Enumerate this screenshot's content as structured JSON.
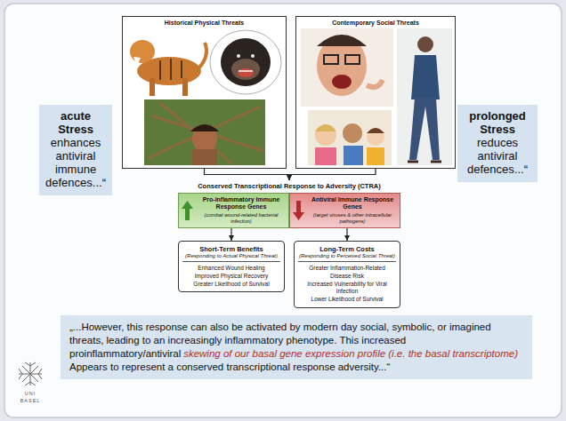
{
  "diagram": {
    "nodes": [
      {
        "text": [
          "acute Stress",
          "enhances antiviral immune defences...“"
        ]
      },
      {
        "text": [
          "prolonged Stress",
          "reduces antiviral defences...“"
        ]
      },
      {
        "text": [
          "Historical Physical Threats"
        ]
      },
      {
        "text": [
          "Contemporary Social Threats"
        ]
      },
      {
        "text": [
          "Conserved Transcriptional Response to Adversity (CTRA)"
        ]
      },
      {
        "text": [
          "Pro-inflammatory Immune Response Genes",
          "(combat wound-related bacterial infection)"
        ],
        "in": 4
      },
      {
        "text": [
          "Antiviral Immune Response Genes",
          "(target viruses & other intracellular pathogens)"
        ],
        "in": 4
      },
      {
        "text": [
          "Short-Term Benefits",
          "(Responding to Actual Physical Threat)",
          "Enhanced Wound Healing",
          "Improved Physical Recovery",
          "Greater Likelihood of Survival"
        ]
      },
      {
        "text": [
          "Long-Term Costs",
          "(Responding to Perceived Social Threat)",
          "Greater Inflammation-Related Disease Risk",
          "Increased Vulnerability for Viral Infection",
          "Lower Likelihood of Survival"
        ]
      },
      {
        "text": [
          "„...However, this response can also be activated by modern day social, symbolic, or imagined threats, leading to an increasingly inflammatory phenotype. This increased proinflammatory/antiviral",
          "skewing of our basal gene expression profile (i.e. the basal transcriptome)",
          "Appears to represent a conserved transcriptional response adversity...“"
        ]
      }
    ],
    "edges": [
      {
        "from": 2,
        "to": 4,
        "arrow": "to"
      },
      {
        "from": 3,
        "to": 4,
        "arrow": "to"
      },
      {
        "from": 5,
        "to": 7,
        "arrow": "to"
      },
      {
        "from": 6,
        "to": 8,
        "arrow": "to"
      }
    ],
    "labels": [
      "UNI",
      "BASEL"
    ]
  }
}
